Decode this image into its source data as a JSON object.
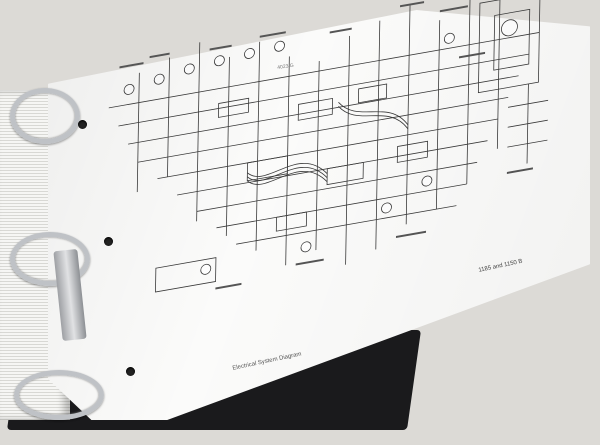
{
  "image": {
    "caption": "Electrical System Diagram",
    "model_label": "1185 and 1150 B",
    "page_id": "4023 G"
  },
  "colors": {
    "background": "#dcdad6",
    "paper": "#fbfbfa",
    "binder": "#1a1a1c",
    "ink": "#3a3a3a"
  }
}
